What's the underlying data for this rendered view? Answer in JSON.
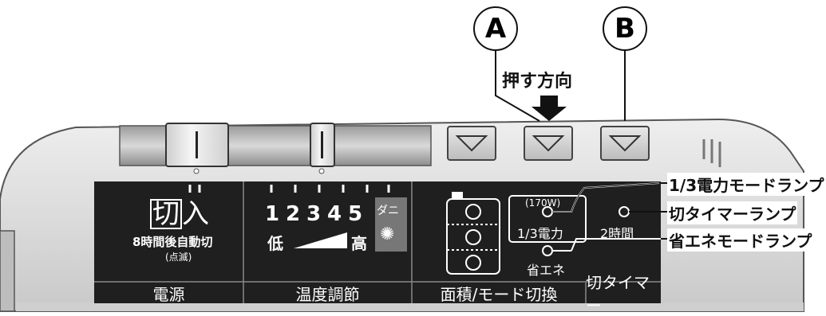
{
  "callouts": {
    "a": "A",
    "b": "B"
  },
  "push_direction": "押す方向",
  "power": {
    "off": "切",
    "on": "入",
    "note": "8時間後自動切",
    "note_sub": "(点滅)",
    "section": "電源"
  },
  "temperature": {
    "scale": [
      "1",
      "2",
      "3",
      "4",
      "5"
    ],
    "dani": "ダニ",
    "low": "低",
    "high": "高",
    "section": "温度調節"
  },
  "mode": {
    "watt": "(170W)",
    "third_power": "1/3電力",
    "eco": "省エネ",
    "section": "面積/モード切換"
  },
  "timer": {
    "hours": "2時間",
    "section": "切タイマー"
  },
  "annotations": {
    "third_power_lamp": "1/3電力モードランプ",
    "timer_lamp": "切タイマーランプ",
    "eco_lamp": "省エネモードランプ"
  },
  "colors": {
    "panel": "#1f1f1f",
    "body": "#d6d6d6",
    "accent": "#111111"
  }
}
